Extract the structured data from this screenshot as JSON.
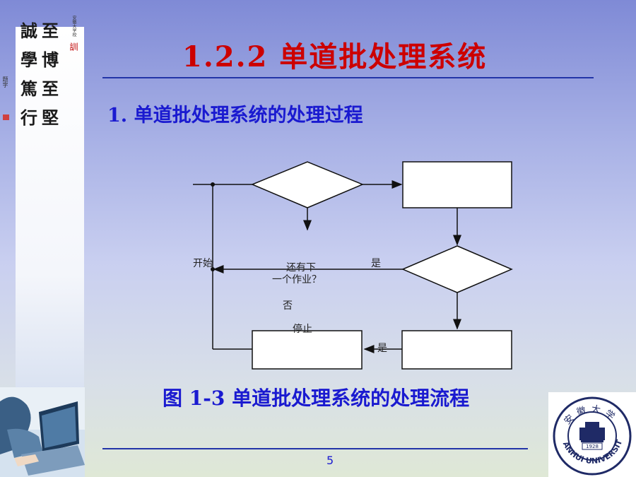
{
  "slide": {
    "title": "1.2.2 单道批处理系统",
    "subtitle": "1. 单道批处理系统的处理过程",
    "page_number": "5"
  },
  "figure": {
    "caption": "图 1-3 单道批处理系统的处理流程",
    "labels": {
      "start": "开始",
      "question_line1": "还有下",
      "question_line2": "一个作业？",
      "yes_top": "是",
      "no": "否",
      "stop": "停止",
      "yes_bottom": "是"
    }
  },
  "sidebar": {
    "motto_chars": [
      "至",
      "誠",
      "博",
      "學",
      "至",
      "堅",
      "篤",
      "行"
    ],
    "motto_mark": "訓",
    "motto_small": "安徽大学校"
  },
  "logo": {
    "text": "ANHUI UNIVERSITY",
    "year": "1928",
    "chinese": "安徽大学"
  },
  "colors": {
    "title": "#cc0000",
    "blue_text": "#1a1ad0",
    "rule": "#2234a8"
  }
}
